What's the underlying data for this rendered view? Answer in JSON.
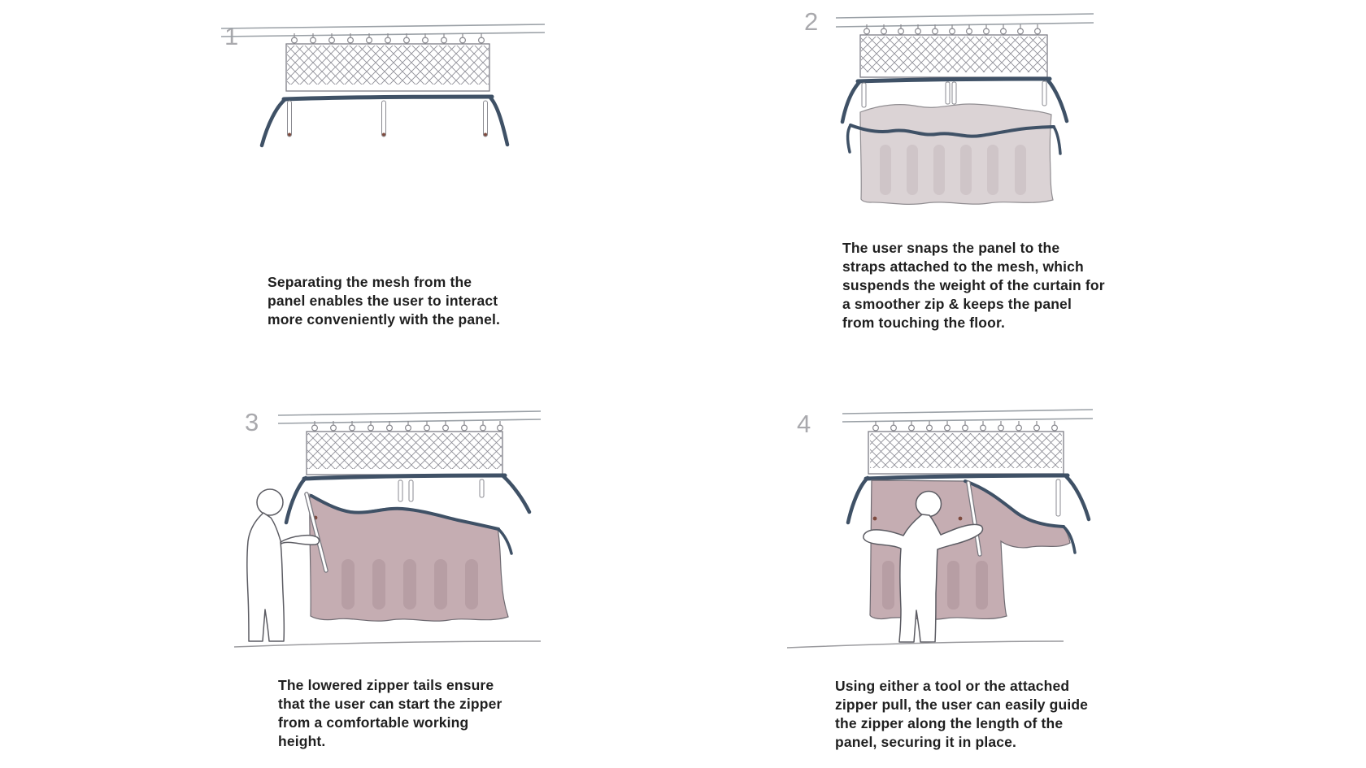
{
  "diagram": {
    "type": "instructional-steps",
    "subject": "zippered mesh curtain panel installation",
    "steps": [
      {
        "number": "1",
        "illustration": "mesh-hanging-from-track-with-straps",
        "caption": "Separating the mesh from the panel enables the user to interact more conveniently with the panel.",
        "caption_lines": [
          "Separating the mesh from the",
          "panel enables the user to interact",
          "more conveniently with the panel."
        ]
      },
      {
        "number": "2",
        "illustration": "curtain-panel-snapped-to-straps",
        "caption": "The user snaps the panel to the straps attached to the mesh, which suspends the weight of the curtain for a smoother zip & keeps the panel from touching the floor.",
        "caption_lines": [
          "The user snaps the panel to the",
          "straps attached to the mesh, which",
          "suspends the weight of the curtain for",
          "a smoother zip & keeps the panel",
          "from touching the floor."
        ]
      },
      {
        "number": "3",
        "illustration": "user-starting-zipper-at-lowered-tail",
        "caption": "The lowered zipper tails ensure that the user can start the zipper from a comfortable working height.",
        "caption_lines": [
          "The lowered zipper tails ensure",
          "that the user can start the zipper",
          "from a comfortable working",
          "height."
        ]
      },
      {
        "number": "4",
        "illustration": "user-guiding-zipper-along-panel",
        "caption": "Using either a tool or the attached zipper pull, the user can easily guide the zipper along the length of the panel, securing it in place.",
        "caption_lines": [
          "Using either a tool or the attached",
          "zipper pull, the user can easily guide",
          "the zipper along the length of the",
          "panel, securing it in place."
        ]
      }
    ],
    "colors": {
      "background": "#ffffff",
      "caption_text": "#1f1f1f",
      "step_number": "#a9a9ad",
      "zipper_blue": "#3f5166",
      "track_gray": "#9aa0a6",
      "mesh_outline": "#7d7d85",
      "curtain_light": "#dbd3d5",
      "curtain_light_fold": "#cfc5c8",
      "curtain_mauve": "#c5adb2",
      "curtain_mauve_fold": "#b79ea4",
      "snap_dot": "#7d4a3e",
      "person_outline": "#5c5c63",
      "ground_gray": "#9b9b9f"
    }
  }
}
